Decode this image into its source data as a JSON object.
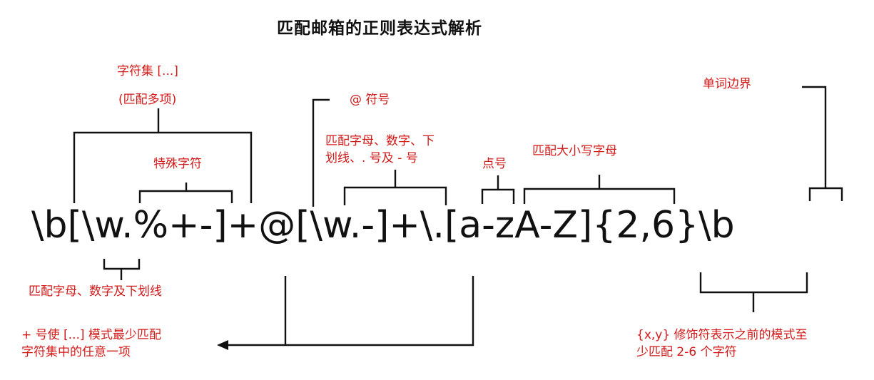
{
  "title": "匹配邮箱的正则表达式解析",
  "regex": "\\b[\\w.%+-]+@[\\w.-]+\\.[a-zA-Z]{2,6}\\b",
  "labels": {
    "charset_line1": "字符集 [...]",
    "charset_line2": "(匹配多项)",
    "special_chars": "特殊字符",
    "at_symbol": "@ 符号",
    "domain_chars_line1": "匹配字母、数字、下",
    "domain_chars_line2": "划线、. 号及 - 号",
    "dot": "点号",
    "letters": "匹配大小写字母",
    "word_boundary": "单词边界",
    "word_chars": "匹配字母、数字及下划线",
    "plus_line1": "+ 号使 [...] 模式最少匹配",
    "plus_line2": "字符集中的任意一项",
    "quantifier_line1": "{x,y} 修饰符表示之前的模式至",
    "quantifier_line2": "少匹配 2-6 个字符"
  },
  "colors": {
    "annotation": "#d11a1a",
    "text": "#111111"
  }
}
